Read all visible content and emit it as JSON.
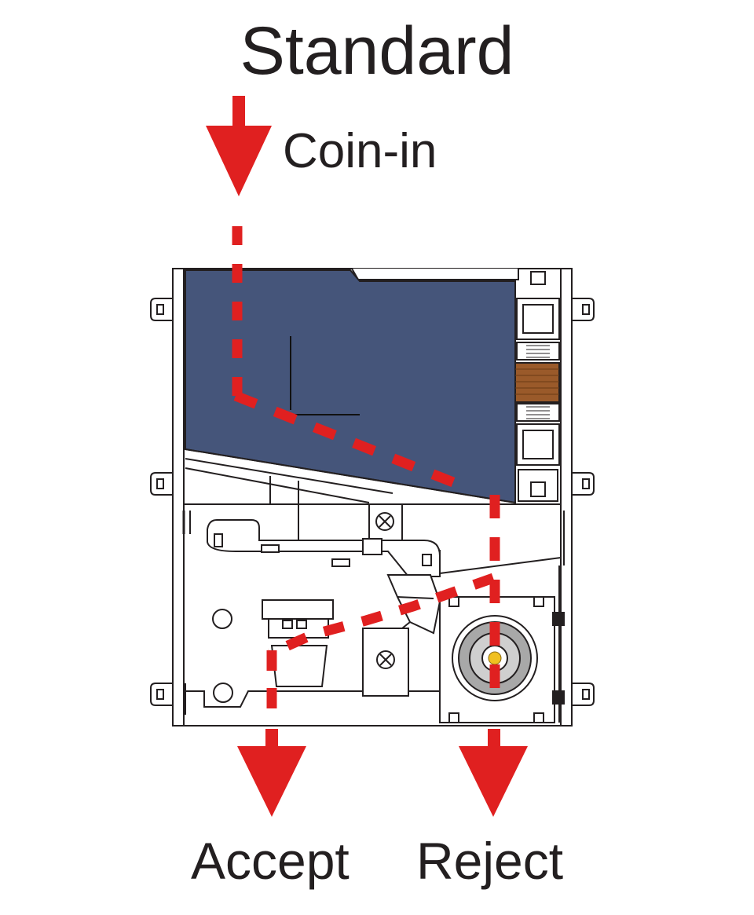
{
  "diagram": {
    "title": "Standard",
    "labels": {
      "coin_in": "Coin-in",
      "accept": "Accept",
      "reject": "Reject"
    },
    "colors": {
      "path": "#e02020",
      "chamber": "#45557a",
      "outline": "#231f20",
      "connector": "#9a5a2a",
      "sensor_pin": "#f0c020",
      "sensor_ring": "#a8a8a8"
    },
    "icons": [
      "screw-icon",
      "arrow-down-icon"
    ]
  }
}
